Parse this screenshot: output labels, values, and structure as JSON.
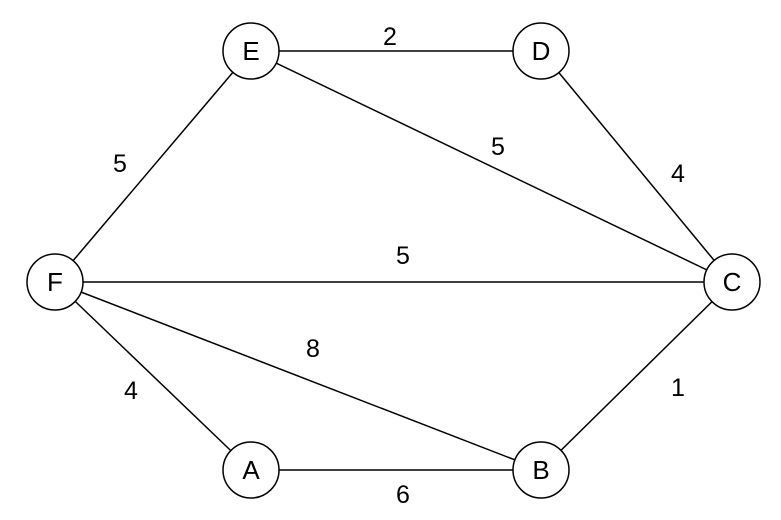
{
  "nodes": [
    {
      "id": "E",
      "label": "E"
    },
    {
      "id": "D",
      "label": "D"
    },
    {
      "id": "F",
      "label": "F"
    },
    {
      "id": "C",
      "label": "C"
    },
    {
      "id": "A",
      "label": "A"
    },
    {
      "id": "B",
      "label": "B"
    }
  ],
  "edges": [
    {
      "from": "E",
      "to": "D",
      "weight": "2"
    },
    {
      "from": "E",
      "to": "C",
      "weight": "5"
    },
    {
      "from": "D",
      "to": "C",
      "weight": "4"
    },
    {
      "from": "F",
      "to": "E",
      "weight": "5"
    },
    {
      "from": "F",
      "to": "C",
      "weight": "5"
    },
    {
      "from": "F",
      "to": "B",
      "weight": "8"
    },
    {
      "from": "F",
      "to": "A",
      "weight": "4"
    },
    {
      "from": "C",
      "to": "B",
      "weight": "1"
    },
    {
      "from": "A",
      "to": "B",
      "weight": "6"
    }
  ]
}
